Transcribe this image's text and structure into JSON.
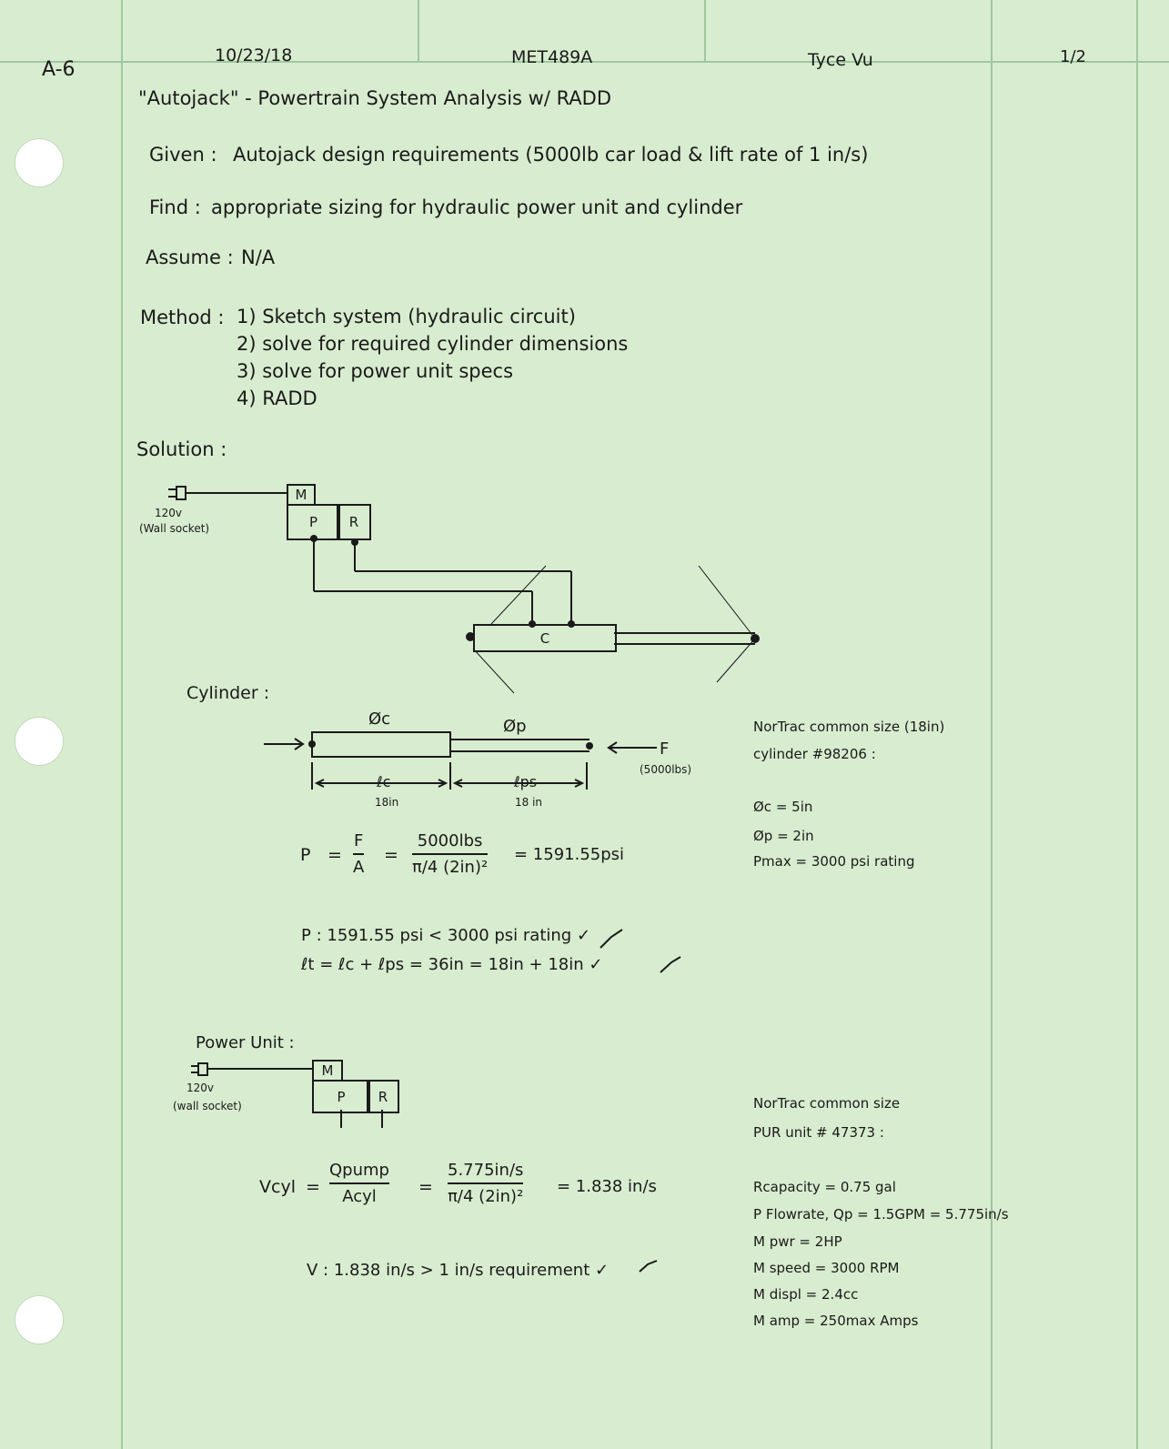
{
  "header": {
    "page_code": "A-6",
    "date": "10/23/18",
    "course": "MET489A",
    "author": "Tyce Vu",
    "page_number": "1/2"
  },
  "title": "\"Autojack\" - Powertrain System Analysis w/ RADD",
  "given": {
    "label": "Given :",
    "text": "Autojack design requirements (5000lb car load & lift rate of 1 in/s)"
  },
  "find": {
    "label": "Find :",
    "text": "appropriate sizing for hydraulic power unit and cylinder"
  },
  "assume": {
    "label": "Assume :",
    "text": "N/A"
  },
  "method": {
    "label": "Method :",
    "steps": [
      "1) Sketch system (hydraulic circuit)",
      "2) solve for required cylinder dimensions",
      "3) solve for power unit specs",
      "4) RADD"
    ]
  },
  "solution_label": "Solution :",
  "circuit": {
    "supply": "120v",
    "supply_note": "(Wall socket)",
    "motor": "M",
    "pump": "P",
    "reservoir": "R",
    "cylinder": "C"
  },
  "cylinder": {
    "label": "Cylinder :",
    "dia_c": "Øc",
    "dia_p": "Øp",
    "force": "F",
    "force_note": "(5000lbs)",
    "len_c": "ℓc",
    "len_c_val": "18in",
    "len_ps": "ℓps",
    "len_ps_val": "18 in",
    "pressure_lhs": "P",
    "pressure_f_num": "F",
    "pressure_f_den": "A",
    "pressure_num": "5000lbs",
    "pressure_den": "π/4 (2in)²",
    "pressure_result": "= 1591.55psi",
    "check1": "P :  1591.55 psi  <  3000 psi rating ✓",
    "check2": "ℓt = ℓc + ℓps = 36in = 18in + 18in ✓",
    "spec_title": "NorTrac common size (18in)",
    "spec_part": "cylinder #98206 :",
    "spec_dc": "Øc = 5in",
    "spec_dp": "Øp = 2in",
    "spec_pmax": "Pmax = 3000 psi rating"
  },
  "power_unit": {
    "label": "Power Unit :",
    "supply": "120v",
    "supply_note": "(wall socket)",
    "motor": "M",
    "pump": "P",
    "reservoir": "R",
    "v_lhs": "Vcyl",
    "q_num": "Qpump",
    "q_den": "Acyl",
    "v_num": "5.775in/s",
    "v_den": "π/4 (2in)²",
    "v_result": "= 1.838 in/s",
    "check": "V :  1.838 in/s  >  1 in/s requirement ✓",
    "spec_title": "NorTrac common size",
    "spec_part": "PUR unit # 47373 :",
    "specs": [
      "Rcapacity = 0.75 gal",
      "P Flowrate, Qp = 1.5GPM = 5.775in/s",
      "M pwr = 2HP",
      "M speed = 3000 RPM",
      "M displ = 2.4cc",
      "M amp = 250max Amps"
    ]
  }
}
